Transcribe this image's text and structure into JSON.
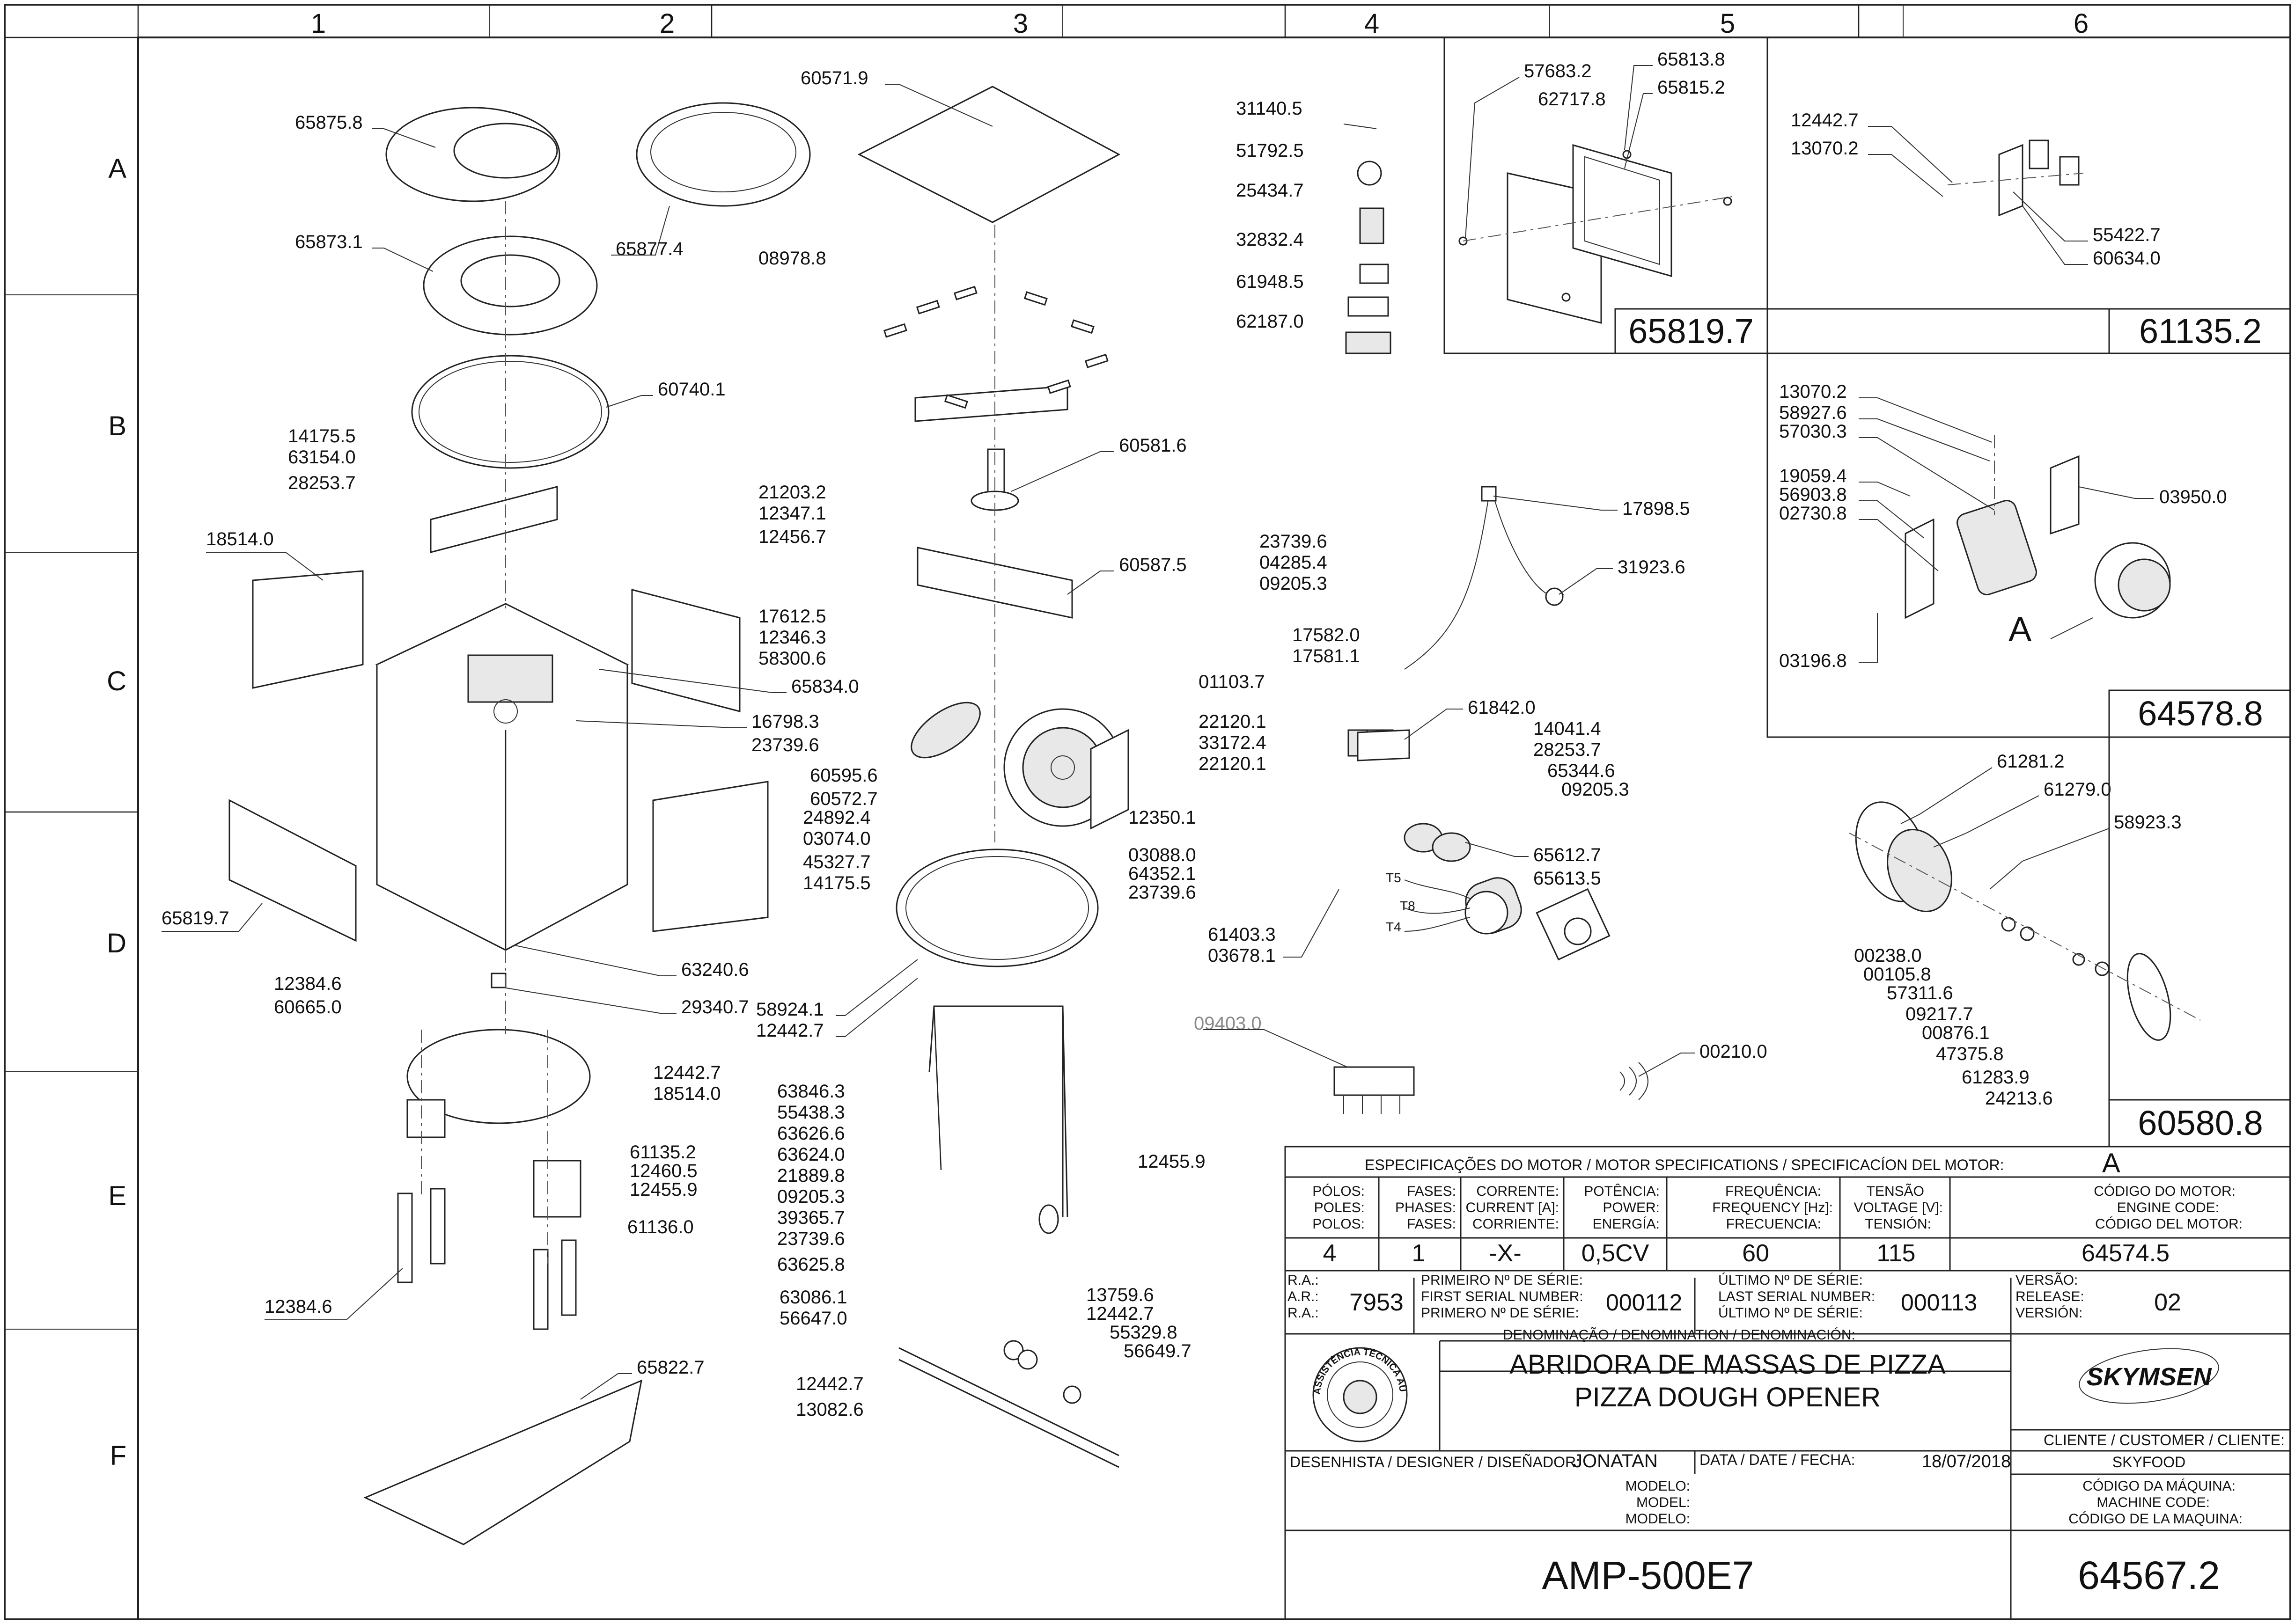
{
  "grid": {
    "columns": [
      "1",
      "2",
      "3",
      "4",
      "5",
      "6"
    ],
    "rows": [
      "A",
      "B",
      "C",
      "D",
      "E",
      "F"
    ]
  },
  "kits": {
    "top_codes": [
      "31140.5",
      "51792.5",
      "25434.7",
      "32832.4",
      "61948.5",
      "62187.0"
    ],
    "box_a_code": "65819.7",
    "box_a_parts": [
      "57683.2",
      "62717.8",
      "65813.8",
      "65815.2"
    ],
    "box_b_code": "61135.2",
    "box_b_parts": [
      "12442.7",
      "13070.2",
      "55422.7",
      "60634.0"
    ],
    "box_c_code": "64578.8",
    "box_c_parts": [
      "13070.2",
      "58927.6",
      "57030.3",
      "19059.4",
      "56903.8",
      "02730.8",
      "03950.0",
      "03196.8"
    ],
    "box_c_motor_letter": "A",
    "box_d_code": "60580.8",
    "box_d_parts": [
      "61281.2",
      "61279.0",
      "58923.3",
      "00238.0",
      "00105.8",
      "57311.6",
      "09217.7",
      "00876.1",
      "47375.8",
      "61283.9",
      "24213.6"
    ]
  },
  "parts_left": [
    "65875.8",
    "65877.4",
    "65873.1",
    "60740.1",
    "14175.5",
    "63154.0",
    "28253.7",
    "18514.0",
    "65834.0",
    "16798.3",
    "23739.6",
    "24892.4",
    "03074.0",
    "45327.7",
    "14175.5",
    "65819.7",
    "63240.6",
    "29340.7",
    "12384.6",
    "60665.0",
    "12442.7",
    "18514.0",
    "61135.2",
    "12460.5",
    "12455.9",
    "61136.0",
    "12384.6",
    "65822.7"
  ],
  "parts_center": [
    "60571.9",
    "08978.8",
    "60581.6",
    "21203.2",
    "12347.1",
    "12456.7",
    "60587.5",
    "17612.5",
    "12346.3",
    "58300.6",
    "60595.6",
    "60572.7",
    "12350.1",
    "03088.0",
    "64352.1",
    "23739.6",
    "58924.1",
    "12442.7",
    "63846.3",
    "55438.3",
    "63626.6",
    "63624.0",
    "21889.8",
    "09205.3",
    "39365.7",
    "23739.6",
    "63625.8",
    "12455.9",
    "63086.1",
    "56647.0",
    "12442.7",
    "13082.6",
    "13759.6",
    "12442.7",
    "55329.8",
    "56649.7"
  ],
  "parts_motor": [
    "17898.5",
    "31923.6",
    "23739.6",
    "04285.4",
    "09205.3",
    "17582.0",
    "17581.1",
    "01103.7",
    "22120.1",
    "33172.4",
    "22120.1",
    "61842.0",
    "14041.4",
    "28253.7",
    "65344.6",
    "09205.3",
    "65612.7",
    "65613.5",
    "61403.3",
    "03678.1",
    "00210.0"
  ],
  "wire_labels": [
    "T5",
    "T8",
    "T4"
  ],
  "obsolete_part": "09403.0",
  "motor_specs": {
    "header": "ESPECIFICAÇÕES DO MOTOR / MOTOR SPECIFICATIONS / SPECIFICACÍON DEL MOTOR:",
    "motor_letter": "A",
    "cols": [
      {
        "label": [
          "PÓLOS:",
          "POLES:",
          "POLOS:"
        ],
        "value": "4"
      },
      {
        "label": [
          "FASES:",
          "PHASES:",
          "FASES:"
        ],
        "value": "1"
      },
      {
        "label": [
          "CORRENTE:",
          "CURRENT [A]:",
          "CORRIENTE:"
        ],
        "value": "-X-"
      },
      {
        "label": [
          "POTÊNCIA:",
          "POWER:",
          "ENERGÍA:"
        ],
        "value": "0,5CV"
      },
      {
        "label": [
          "FREQUÊNCIA:",
          "FREQUENCY [Hz]:",
          "FRECUENCIA:"
        ],
        "value": "60"
      },
      {
        "label": [
          "TENSÃO",
          "VOLTAGE [V]:",
          "TENSIÓN:"
        ],
        "value": "115"
      },
      {
        "label": [
          "CÓDIGO DO MOTOR:",
          "ENGINE CODE:",
          "CÓDIGO DEL MOTOR:"
        ],
        "value": "64574.5"
      }
    ]
  },
  "title_block": {
    "ra_labels": [
      "R.A.:",
      "A.R.:",
      "R.A.:"
    ],
    "ra_value": "7953",
    "first_serial_labels": [
      "PRIMEIRO Nº DE SÉRIE:",
      "FIRST SERIAL NUMBER:",
      "PRIMERO Nº DE SÉRIE:"
    ],
    "first_serial": "000112",
    "last_serial_labels": [
      "ÚLTIMO Nº DE SÉRIE:",
      "LAST SERIAL NUMBER:",
      "ÚLTIMO Nº DE SÉRIE:"
    ],
    "last_serial": "000113",
    "version_labels": [
      "VERSÃO:",
      "RELEASE:",
      "VERSIÓN:"
    ],
    "version": "02",
    "denomination_label": "DENOMINAÇÃO / DENOMINATION / DENOMINACIÓN:",
    "name_pt": "ABRIDORA DE MASSAS DE PIZZA",
    "name_en": "PIZZA DOUGH OPENER",
    "stamp_text": "ASSISTÊNCIA TÉCNICA AUTORIZADA",
    "brand": "SKYMSEN",
    "customer_label": "CLIENTE / CUSTOMER / CLIENTE:",
    "customer": "SKYFOOD",
    "designer_label": "DESENHISTA / DESIGNER / DISEÑADOR:",
    "designer": "JONATAN",
    "date_label": "DATA / DATE / FECHA:",
    "date": "18/07/2018",
    "model_labels": [
      "MODELO:",
      "MODEL:",
      "MODELO:"
    ],
    "machine_code_labels": [
      "CÓDIGO DA MÁQUINA:",
      "MACHINE CODE:",
      "CÓDIGO DE LA MAQUINA:"
    ],
    "model": "AMP-500E7",
    "machine_code": "64567.2"
  }
}
